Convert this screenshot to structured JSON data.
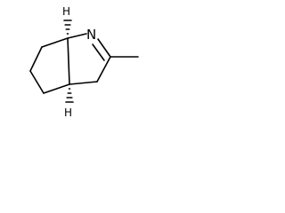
{
  "molecule": {
    "atoms": {
      "nitrogen": "N",
      "top_stereo_h": "H",
      "bottom_stereo_h": "H"
    },
    "stereo": {
      "top_bridgehead": "hashed-wedge-up",
      "bottom_bridgehead": "hashed-wedge-down"
    },
    "substituents": [
      "methyl"
    ],
    "bond_color": "#000000",
    "background": "#ffffff"
  }
}
